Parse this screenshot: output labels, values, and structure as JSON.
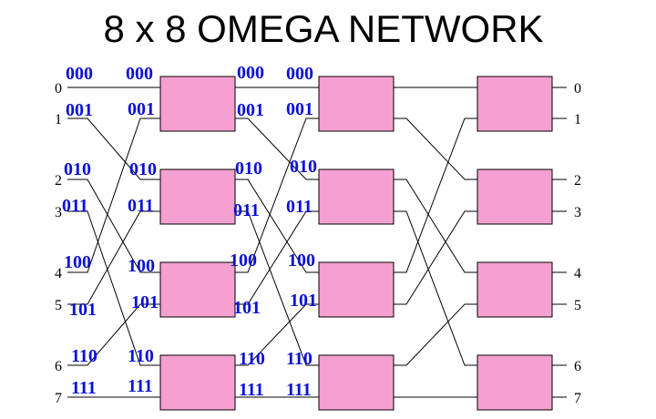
{
  "title": "8 x 8 OMEGA NETWORK",
  "colors": {
    "switch_fill": "#f4a0d0",
    "address_text": "#0b10d8",
    "wire": "#000000"
  },
  "input_ports": [
    "0",
    "1",
    "2",
    "3",
    "4",
    "5",
    "6",
    "7"
  ],
  "output_ports": [
    "0",
    "1",
    "2",
    "3",
    "4",
    "5",
    "6",
    "7"
  ],
  "address_columns": [
    [
      "000",
      "001",
      "010",
      "011",
      "100",
      "101",
      "110",
      "111"
    ],
    [
      "000",
      "001",
      "010",
      "011",
      "100",
      "101",
      "110",
      "111"
    ],
    [
      "000",
      "001",
      "010",
      "011",
      "100",
      "101",
      "110",
      "111"
    ],
    [
      "000",
      "001",
      "010",
      "011",
      "100",
      "101",
      "110",
      "111"
    ]
  ],
  "stages": 3,
  "switches_per_stage": 4,
  "interconnect": "perfect-shuffle"
}
